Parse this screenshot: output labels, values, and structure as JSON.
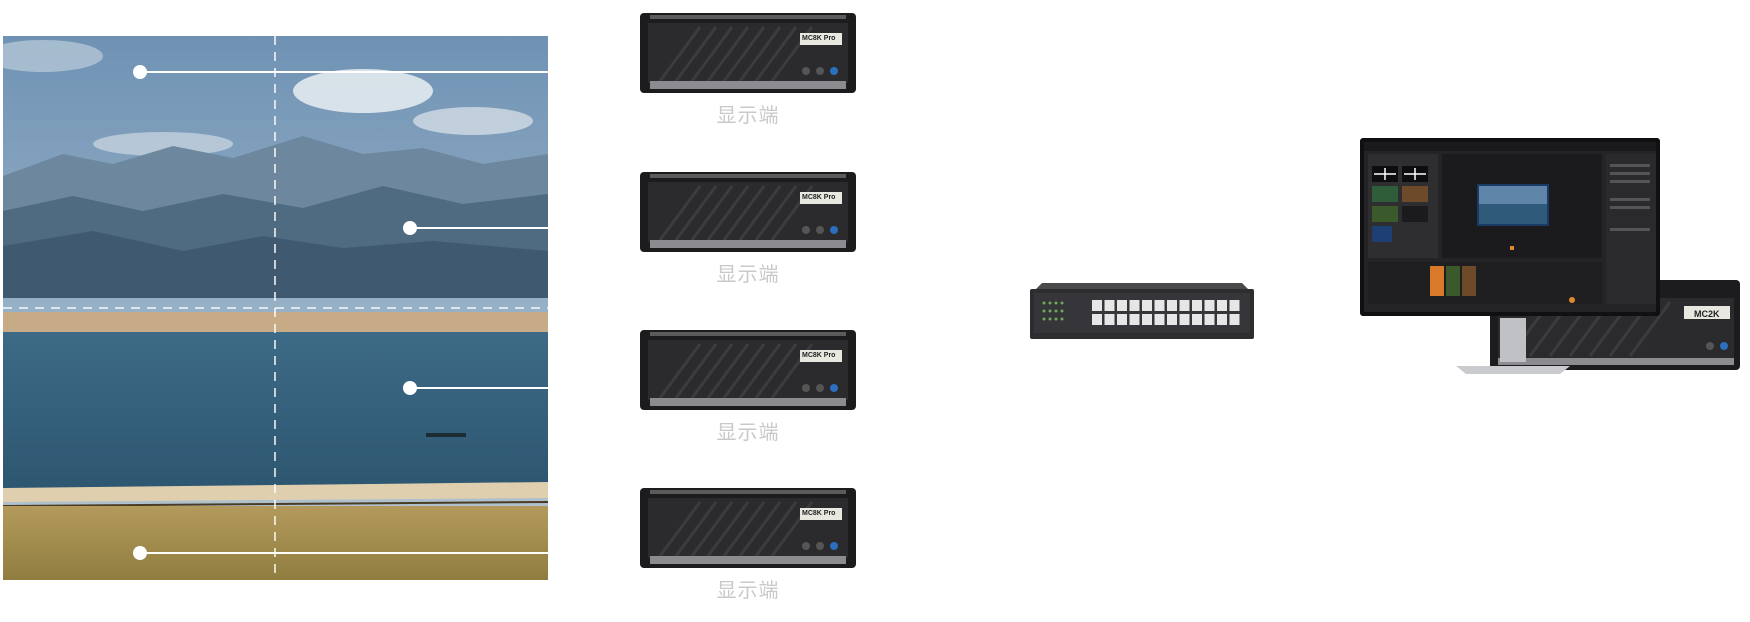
{
  "landscape": {
    "alt": "",
    "split_labels": []
  },
  "servers": [
    {
      "brand": "MC8K Pro",
      "label": "显示端"
    },
    {
      "brand": "MC8K Pro",
      "label": "显示端"
    },
    {
      "brand": "MC8K Pro",
      "label": "显示端"
    },
    {
      "brand": "MC8K Pro",
      "label": "显示端"
    }
  ],
  "switch": {
    "ports": 24
  },
  "workstation": {
    "controller_brand": "MC2K"
  },
  "colors": {
    "line": "#ffffff",
    "server_body": "#1c1c1e",
    "server_face": "#2b2b2e",
    "label": "#c9c9c9"
  }
}
